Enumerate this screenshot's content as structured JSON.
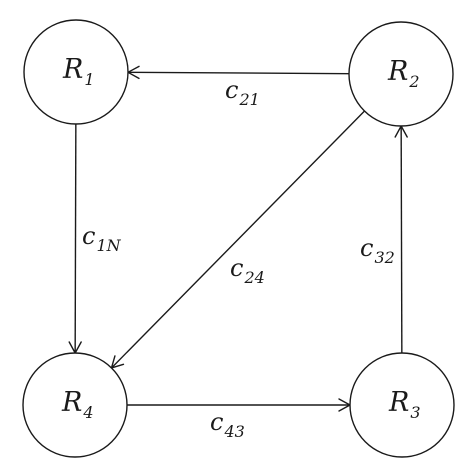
{
  "nodes": [
    {
      "id": "R1",
      "letter": "R",
      "sub": "1"
    },
    {
      "id": "R2",
      "letter": "R",
      "sub": "2"
    },
    {
      "id": "R3",
      "letter": "R",
      "sub": "3"
    },
    {
      "id": "R4",
      "letter": "R",
      "sub": "4"
    }
  ],
  "edges": [
    {
      "id": "c21",
      "from": "R2",
      "to": "R1",
      "letter": "c",
      "sub": "21"
    },
    {
      "id": "c1N",
      "from": "R1",
      "to": "R4",
      "letter": "c",
      "sub": "1N"
    },
    {
      "id": "c24",
      "from": "R2",
      "to": "R4",
      "letter": "c",
      "sub": "24"
    },
    {
      "id": "c32",
      "from": "R3",
      "to": "R2",
      "letter": "c",
      "sub": "32"
    },
    {
      "id": "c43",
      "from": "R4",
      "to": "R3",
      "letter": "c",
      "sub": "43"
    }
  ],
  "colors": {
    "stroke": "#1a1a1a",
    "background": "#ffffff"
  }
}
